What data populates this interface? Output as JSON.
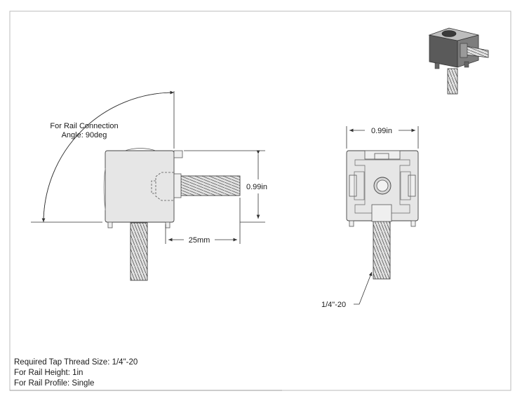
{
  "side_view": {
    "angle_label_line1": "For Rail Connection",
    "angle_label_line2": "Angle: 90deg",
    "height_label": "0.99in",
    "bolt_length_label": "25mm"
  },
  "front_view": {
    "width_label": "0.99in",
    "thread_callout": "1/4\"-20"
  },
  "notes": {
    "line1": "Required Tap Thread Size: 1/4\"-20",
    "line2": "For Rail Height: 1in",
    "line3": "For Rail Profile: Single"
  },
  "colors": {
    "line": "#333333",
    "part_fill": "#e6e6e6",
    "iso_dark": "#5a5a5a",
    "iso_mid": "#8a8a8a",
    "iso_light": "#c4c4c4"
  }
}
